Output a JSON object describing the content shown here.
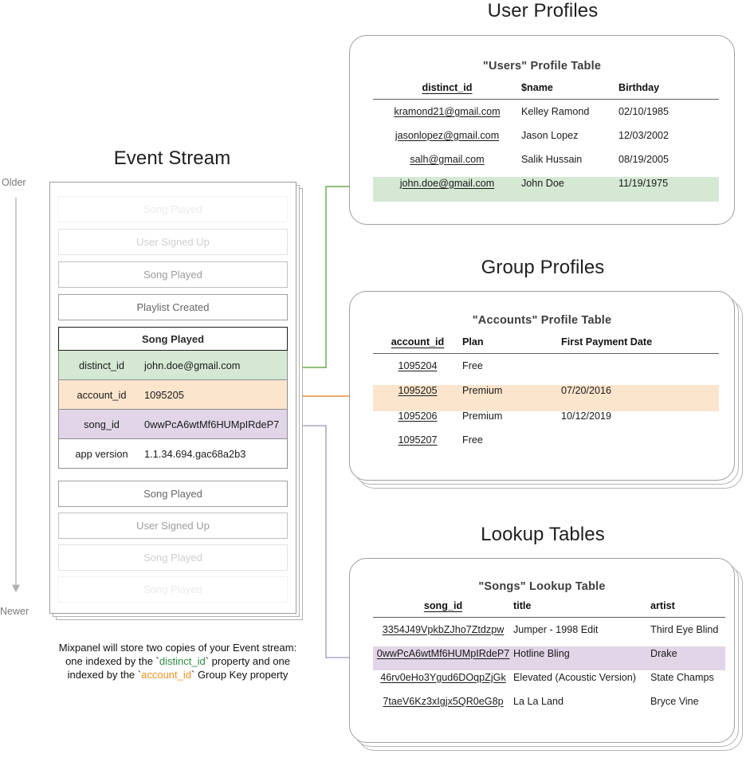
{
  "sections": {
    "event_stream_title": "Event Stream",
    "user_profiles_title": "User Profiles",
    "group_profiles_title": "Group Profiles",
    "lookup_tables_title": "Lookup Tables"
  },
  "timeline": {
    "older_label": "Older",
    "newer_label": "Newer"
  },
  "event_stream": {
    "events_before": [
      {
        "name": "Song Played",
        "fade": "f4"
      },
      {
        "name": "User Signed Up",
        "fade": "f3"
      },
      {
        "name": "Song Played",
        "fade": "f2"
      },
      {
        "name": "Playlist Created",
        "fade": "f1"
      }
    ],
    "selected_event": {
      "name": "Song Played",
      "properties": [
        {
          "key": "distinct_id",
          "value": "john.doe@gmail.com",
          "highlight": "green"
        },
        {
          "key": "account_id",
          "value": "1095205",
          "highlight": "orange"
        },
        {
          "key": "song_id",
          "value": "0wwPcA6wtMf6HUMpIRdeP7",
          "highlight": "purple"
        },
        {
          "key": "app version",
          "value": "1.1.34.694.gac68a2b3",
          "highlight": "none"
        }
      ]
    },
    "events_after": [
      {
        "name": "Song Played",
        "fade": "f1"
      },
      {
        "name": "User Signed Up",
        "fade": "f2"
      },
      {
        "name": "Song Played",
        "fade": "f3"
      },
      {
        "name": "Song Played",
        "fade": "f4"
      }
    ]
  },
  "users_table": {
    "title": "\"Users\" Profile Table",
    "columns": [
      "distinct_id",
      "$name",
      "Birthday"
    ],
    "rows": [
      {
        "distinct_id": "kramond21@gmail.com",
        "name": "Kelley Ramond",
        "birthday": "02/10/1985",
        "highlight": false
      },
      {
        "distinct_id": "jasonlopez@gmail.com",
        "name": "Jason Lopez",
        "birthday": "12/03/2002",
        "highlight": false
      },
      {
        "distinct_id": "salh@gmail.com",
        "name": "Salik Hussain",
        "birthday": "08/19/2005",
        "highlight": false
      },
      {
        "distinct_id": "john.doe@gmail.com",
        "name": "John Doe",
        "birthday": "11/19/1975",
        "highlight": true
      }
    ]
  },
  "accounts_table": {
    "title": "\"Accounts\" Profile Table",
    "columns": [
      "account_id",
      "Plan",
      "First Payment Date"
    ],
    "rows": [
      {
        "account_id": "1095204",
        "plan": "Free",
        "first_payment_date": "",
        "highlight": false
      },
      {
        "account_id": "1095205",
        "plan": "Premium",
        "first_payment_date": "07/20/2016",
        "highlight": true
      },
      {
        "account_id": "1095206",
        "plan": "Premium",
        "first_payment_date": "10/12/2019",
        "highlight": false
      },
      {
        "account_id": "1095207",
        "plan": "Free",
        "first_payment_date": "",
        "highlight": false
      }
    ]
  },
  "songs_table": {
    "title": "\"Songs\" Lookup Table",
    "columns": [
      "song_id",
      "title",
      "artist"
    ],
    "rows": [
      {
        "song_id": "3354J49VpkbZJho7Ztdzpw",
        "title": "Jumper - 1998 Edit",
        "artist": "Third Eye Blind",
        "highlight": false
      },
      {
        "song_id": "0wwPcA6wtMf6HUMpIRdeP7",
        "title": "Hotline Bling",
        "artist": "Drake",
        "highlight": true
      },
      {
        "song_id": "46rv0eHo3Ygud6DOqpZjGk",
        "title": "Elevated (Acoustic Version)",
        "artist": "State Champs",
        "highlight": false
      },
      {
        "song_id": "7taeV6Kz3xIgjx5QR0eG8p",
        "title": "La La Land",
        "artist": "Bryce Vine",
        "highlight": false
      }
    ]
  },
  "caption": {
    "line1": "Mixpanel will store two copies of your Event stream:",
    "line2_a": "one indexed by the `",
    "line2_key": "distinct_id",
    "line2_b": "` property and one",
    "line3_a": "indexed by the `",
    "line3_key": "account_id",
    "line3_b": "` Group Key property"
  },
  "colors": {
    "green": "#d5e8d4",
    "orange": "#fce5cd",
    "purple": "#e1d5e7",
    "green_line": "#6aa84f",
    "orange_line": "#e69138",
    "purple_line": "#b4a7d6",
    "card_border": "#9e9e9e"
  }
}
